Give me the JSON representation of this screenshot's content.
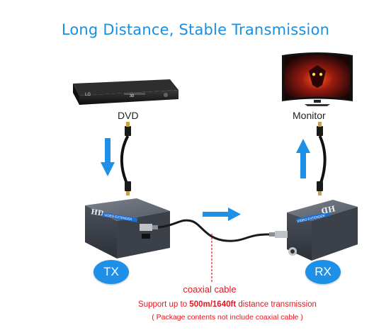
{
  "title": "Long Distance, Stable Transmission",
  "devices": {
    "source": {
      "label": "DVD",
      "brand": "LG",
      "panel_text": "3D"
    },
    "display": {
      "label": "Monitor"
    },
    "transmitter": {
      "badge": "TX",
      "face_text": "HD",
      "panel_text": "VIDEO EXTENDER"
    },
    "receiver": {
      "badge": "RX",
      "face_text": "HD",
      "panel_text": "VIDEO EXTENDER"
    }
  },
  "cable": {
    "label": "coaxial cable",
    "support_prefix": "Support up to ",
    "support_distance": "500m/1640ft",
    "support_suffix": " distance transmission",
    "note": "( Package contents not include coaxial cable )"
  },
  "colors": {
    "title": "#1a8fde",
    "arrow": "#1e90e8",
    "badge": "#1e90e8",
    "text_red": "#e8141c",
    "device_body": "#5d6470"
  },
  "icons": {
    "signal_down": "arrow-down-icon",
    "signal_up": "arrow-up-icon",
    "signal_right": "arrow-right-icon"
  }
}
